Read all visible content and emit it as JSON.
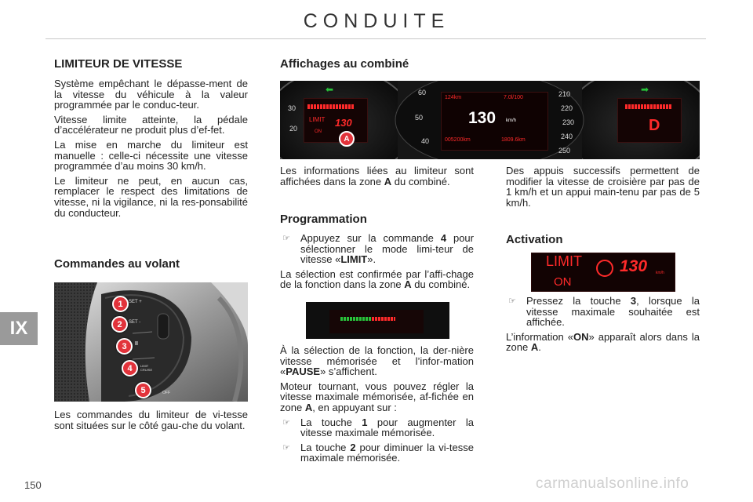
{
  "header": {
    "title": "CONDUITE"
  },
  "chapter": {
    "label": "IX"
  },
  "page_number": "150",
  "watermark": "carmanualsonline.info",
  "col1": {
    "heading": "LIMITEUR DE VITESSE",
    "p1": "Système empêchant le dépasse-ment de la vitesse du véhicule à la valeur programmée par le conduc-teur.",
    "p2": "Vitesse limite atteinte, la pédale d’accélérateur ne produit plus d’ef-fet.",
    "p3": "La mise en marche du limiteur est manuelle : celle-ci nécessite une vitesse programmée d’au moins 30 km/h.",
    "p4": "Le limiteur ne peut, en aucun cas, remplacer le respect des limitations de vitesse, ni la vigilance, ni la res-ponsabilité du conducteur.",
    "heading2": "Commandes au volant",
    "caption": "Les commandes du limiteur de vi-tesse sont situées sur le côté gau-che du volant.",
    "wheel_labels": [
      "1",
      "2",
      "3",
      "4",
      "5"
    ],
    "wheel_texts": {
      "set_plus": "SET +",
      "set_minus": "SET -",
      "pause": "II",
      "limit": "LIMIT CRUISE",
      "off": "OFF"
    }
  },
  "dashboard": {
    "heading": "Affichages au combiné",
    "limit_label": "LIMIT",
    "speed": "130",
    "speed_unit": "km/h",
    "on_label": "ON",
    "zone_marker": "A",
    "trip_top_left": "124",
    "trip_top_left_unit": "km",
    "trip_top_right": "7.0",
    "trip_top_right_unit": "l/100",
    "odo": "005200",
    "odo_unit": "km",
    "trip": "1809.6",
    "trip_unit": "km",
    "gear": "D",
    "tach_ticks": [
      "20",
      "30",
      "40",
      "50",
      "60"
    ],
    "speed_ticks": [
      "210",
      "220",
      "230",
      "240",
      "250"
    ]
  },
  "col2": {
    "p1_a": "Les informations liées au limiteur sont affichées dans la zone ",
    "p1_b": "A",
    "p1_c": " du combiné.",
    "heading": "Programmation",
    "b1_a": "Appuyez sur la commande ",
    "b1_b": "4",
    "b1_c": " pour sélectionner le mode limi-teur de vitesse «",
    "b1_d": "LIMIT",
    "b1_e": "».",
    "p2_a": "La sélection est confirmée par l’affi-chage de la fonction dans la zone ",
    "p2_b": "A",
    "p2_c": " du combiné.",
    "p3_a": "À la sélection de la fonction, la der-nière vitesse mémorisée et l’infor-mation «",
    "p3_b": "PAUSE",
    "p3_c": "» s’affichent.",
    "p4_a": "Moteur tournant, vous pouvez régler la vitesse maximale mémorisée, af-fichée en zone ",
    "p4_b": "A",
    "p4_c": ", en appuyant sur :",
    "b2_a": "La touche ",
    "b2_b": "1",
    "b2_c": " pour augmenter la vitesse maximale mémorisée.",
    "b3_a": "La touche ",
    "b3_b": "2",
    "b3_c": " pour diminuer la vi-tesse maximale mémorisée."
  },
  "col3": {
    "p1": "Des appuis successifs permettent de modifier la vitesse de croisière par pas de 1 km/h et un appui main-tenu par pas de 5 km/h.",
    "heading": "Activation",
    "b1_a": "Pressez la touche ",
    "b1_b": "3",
    "b1_c": ", lorsque la vitesse maximale souhaitée est affichée.",
    "p2_a": "L’information «",
    "p2_b": "ON",
    "p2_c": "» apparaît alors dans la zone ",
    "p2_d": "A",
    "p2_e": ".",
    "display_limit": "LIMIT",
    "display_on": "ON",
    "display_speed": "130",
    "display_unit": "km/h"
  },
  "colors": {
    "accent_red": "#e2333b",
    "bar_green": "#28c23a",
    "display_red": "#ff2a2a",
    "tab_gray": "#9a9a9a"
  },
  "bullet_icon": "pointing-finger-icon"
}
